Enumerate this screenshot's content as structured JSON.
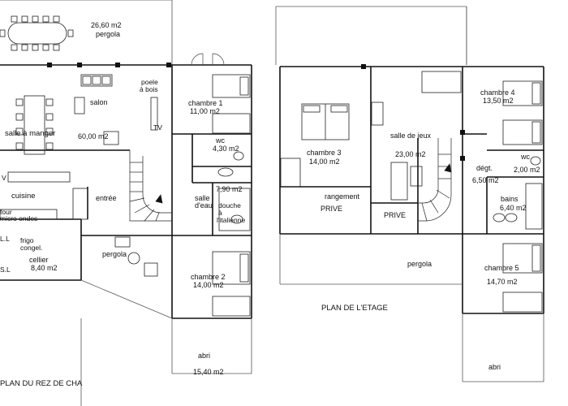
{
  "ground_floor": {
    "title": "PLAN DU REZ DE CHA",
    "rooms": {
      "pergola_top_label": "pergola",
      "pergola_top_area": "26,60 m2",
      "salon": "salon",
      "poele_line1": "poele",
      "poele_line2": "à bois",
      "tv": "TV",
      "salle_a_manger": "salle à manger",
      "main_area": "60,00 m2",
      "cuisine": "cuisine",
      "four": "four",
      "micro_ondes": "micro ondes",
      "v": "V",
      "entree": "entrée",
      "frigo": "frigo",
      "congel": "congel.",
      "ll": "L.L",
      "sl": "S.L",
      "cellier": "cellier",
      "cellier_area": "8,40 m2",
      "pergola_mid": "pergola",
      "chambre1": "chambre 1",
      "chambre1_area": "11,00 m2",
      "wc": "wc",
      "wc_area": "4,30 m2",
      "sde_area": "7,90 m2",
      "salle_deau_1": "salle",
      "salle_deau_2": "d'eau",
      "douche_1": "douche",
      "douche_2": "à",
      "douche_3": "l'italienne",
      "chambre2": "chambre 2",
      "chambre2_area": "14,00 m2",
      "abri": "abri",
      "abri_area": "15,40 m2"
    }
  },
  "upper_floor": {
    "title": "PLAN DE L'ETAGE",
    "rooms": {
      "chambre3": "chambre 3",
      "chambre3_area": "14,00 m2",
      "rangement": "rangement",
      "prive_left": "PRIVE",
      "salle_de_jeux": "salle de jeux",
      "salle_de_jeux_area": "23,00 m2",
      "prive_mid": "PRIVE",
      "chambre4": "chambre 4",
      "chambre4_area": "13,50 m2",
      "degt": "dégt.",
      "degt_area": "6,50 m2",
      "wc": "wc",
      "wc_area": "2,00 m2",
      "bains": "bains",
      "bains_area": "6,40 m2",
      "pergola": "pergola",
      "chambre5": "chambre 5",
      "chambre5_area": "14,70 m2",
      "abri": "abri"
    }
  },
  "colors": {
    "wall": "#111111",
    "thin": "#555555",
    "background": "#ffffff"
  }
}
